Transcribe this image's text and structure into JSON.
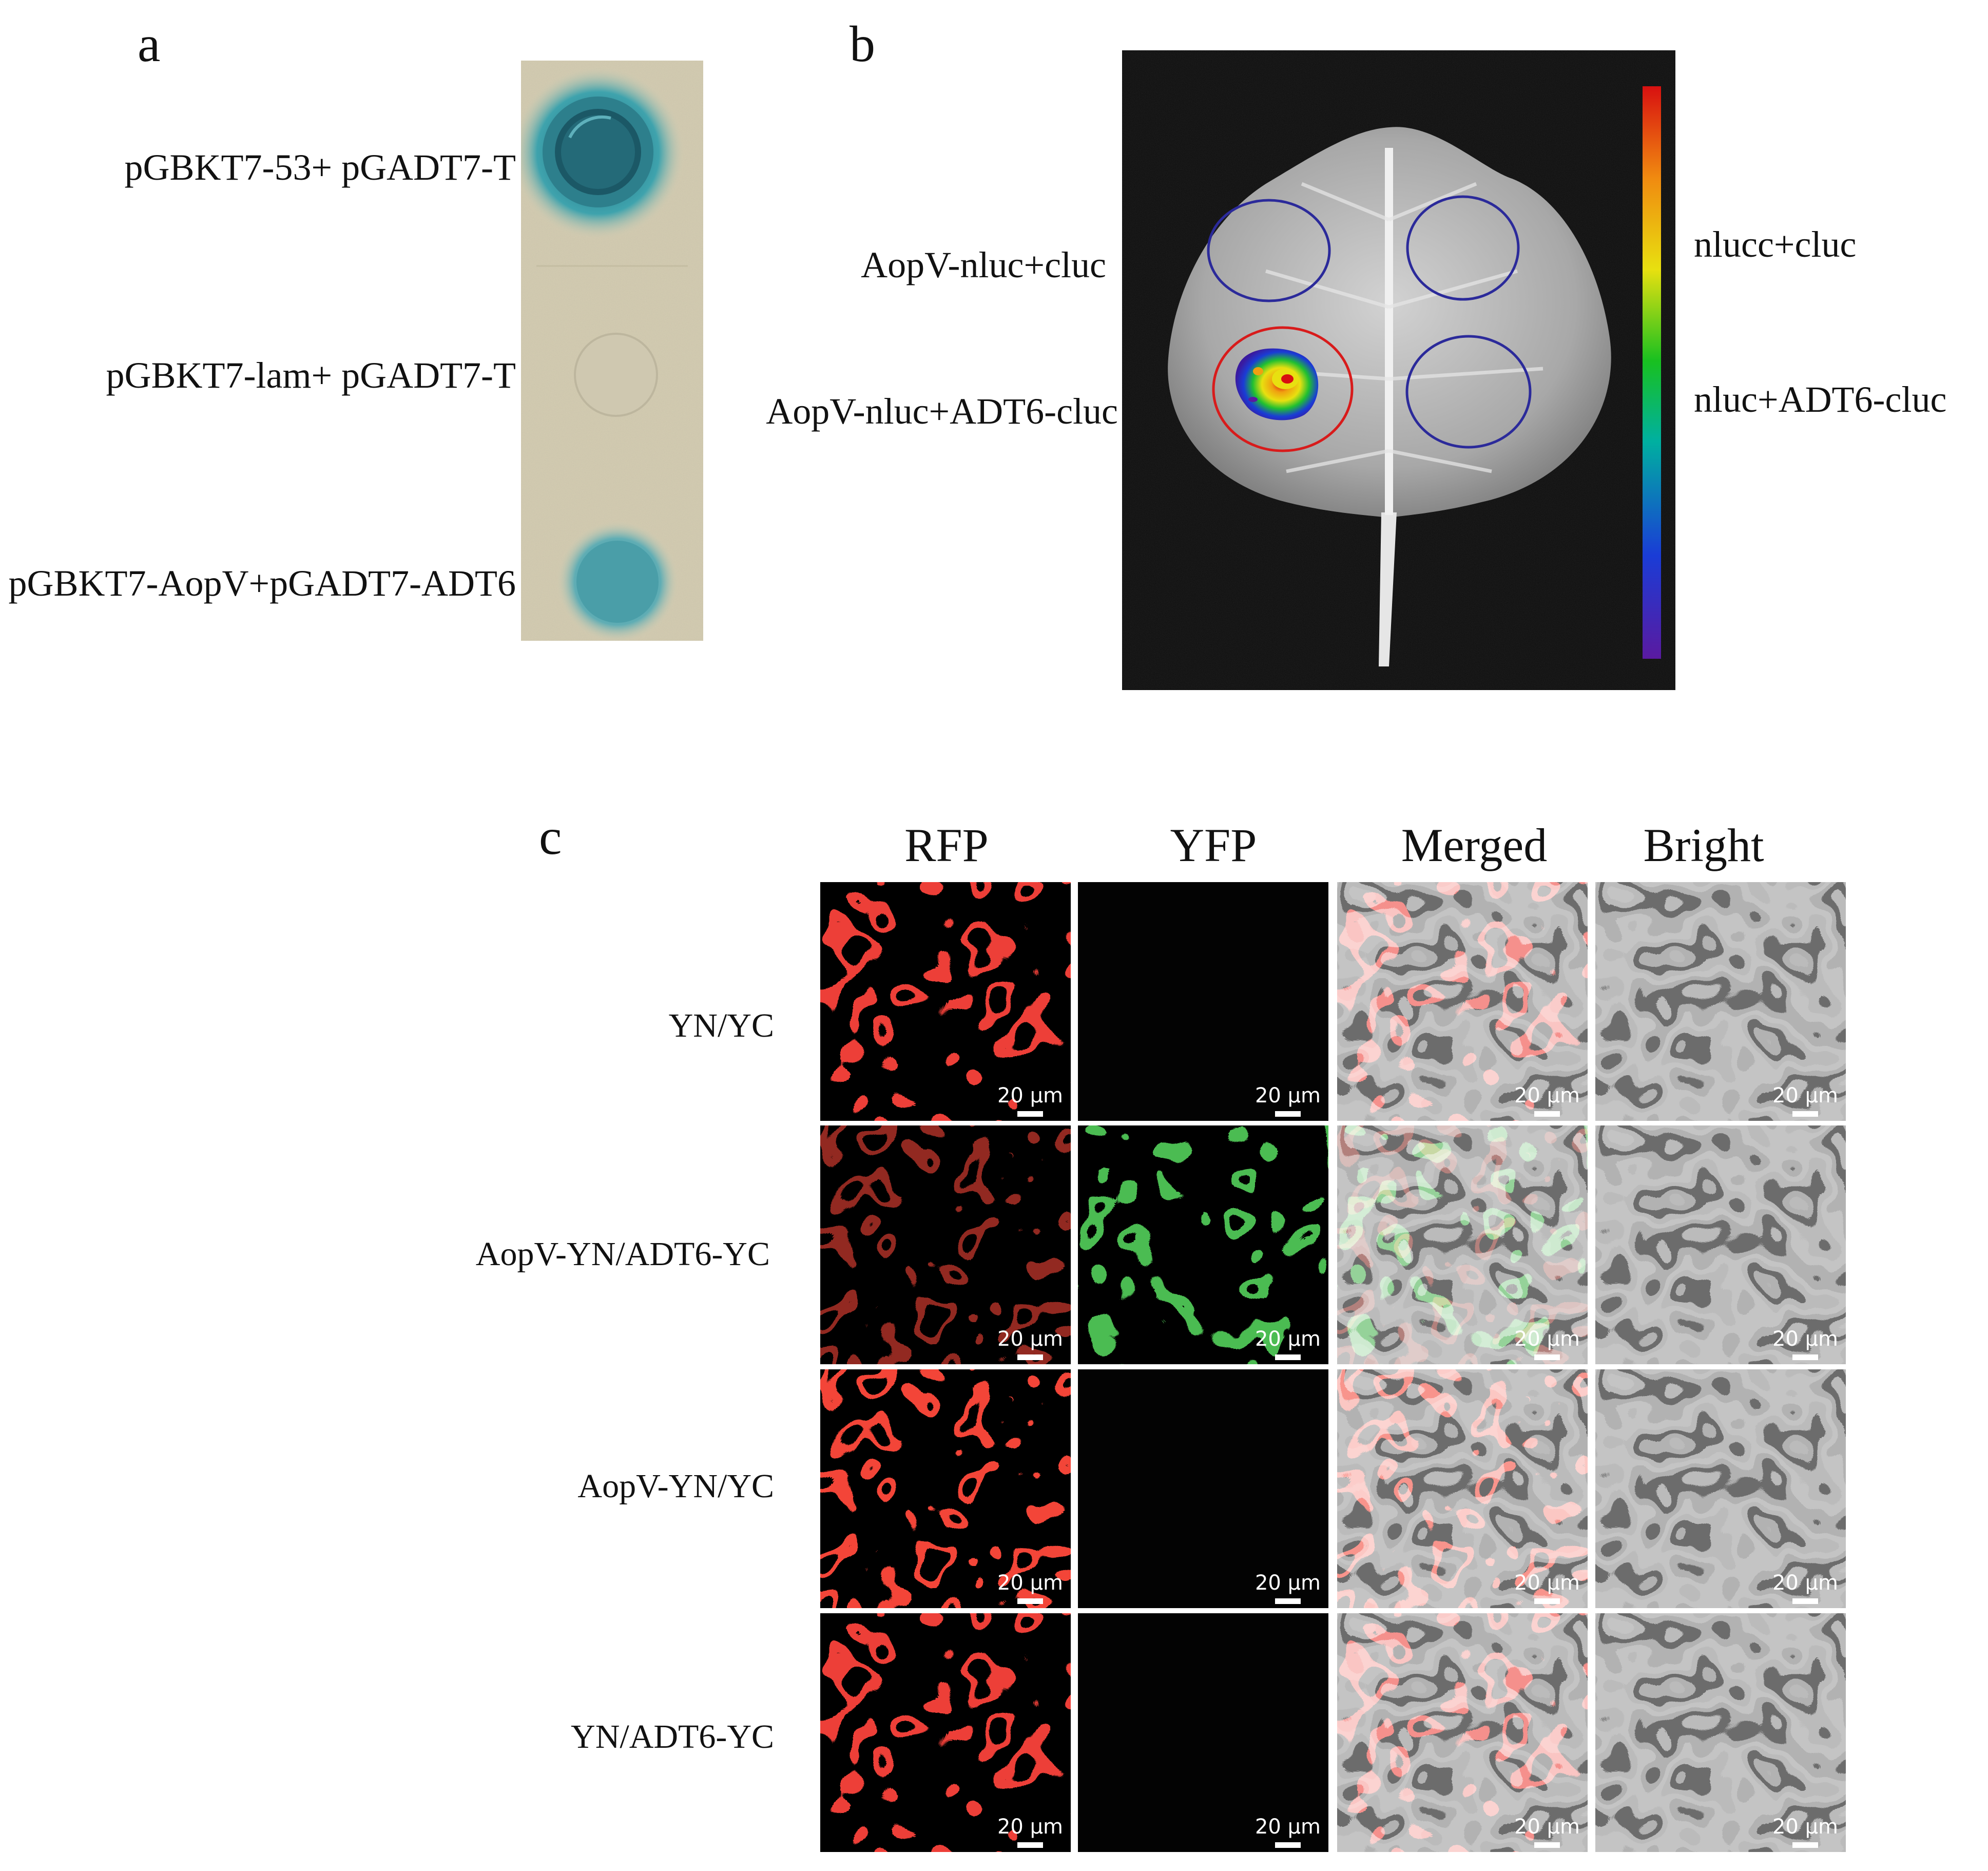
{
  "panel_a": {
    "letter": "a",
    "labels": [
      "pGBKT7-53+ pGADT7-T",
      "pGBKT7-lam+ pGADT7-T",
      "pGBKT7-AopV+pGADT7-ADT6"
    ]
  },
  "panel_b": {
    "letter": "b",
    "left_labels": [
      "AopV-nluc+cluc",
      "AopV-nluc+ADT6-cluc"
    ],
    "right_labels": [
      "nlucc+cluc",
      "nluc+ADT6-cluc"
    ]
  },
  "panel_c": {
    "letter": "c",
    "columns": [
      "RFP",
      "YFP",
      "Merged",
      "Bright"
    ],
    "rows": [
      "YN/YC",
      "AopV-YN/ADT6-YC",
      "AopV-YN/YC",
      "YN/ADT6-YC"
    ],
    "scale_bar": "20 µm"
  },
  "colors": {
    "rfp": "#d21a14",
    "yfp": "#2fc23a",
    "xgal_blue": "#3a9aa6",
    "plate_beige": "#d8d0b4",
    "roi_blue": "#2b2a9a",
    "roi_red": "#d81b1b"
  }
}
